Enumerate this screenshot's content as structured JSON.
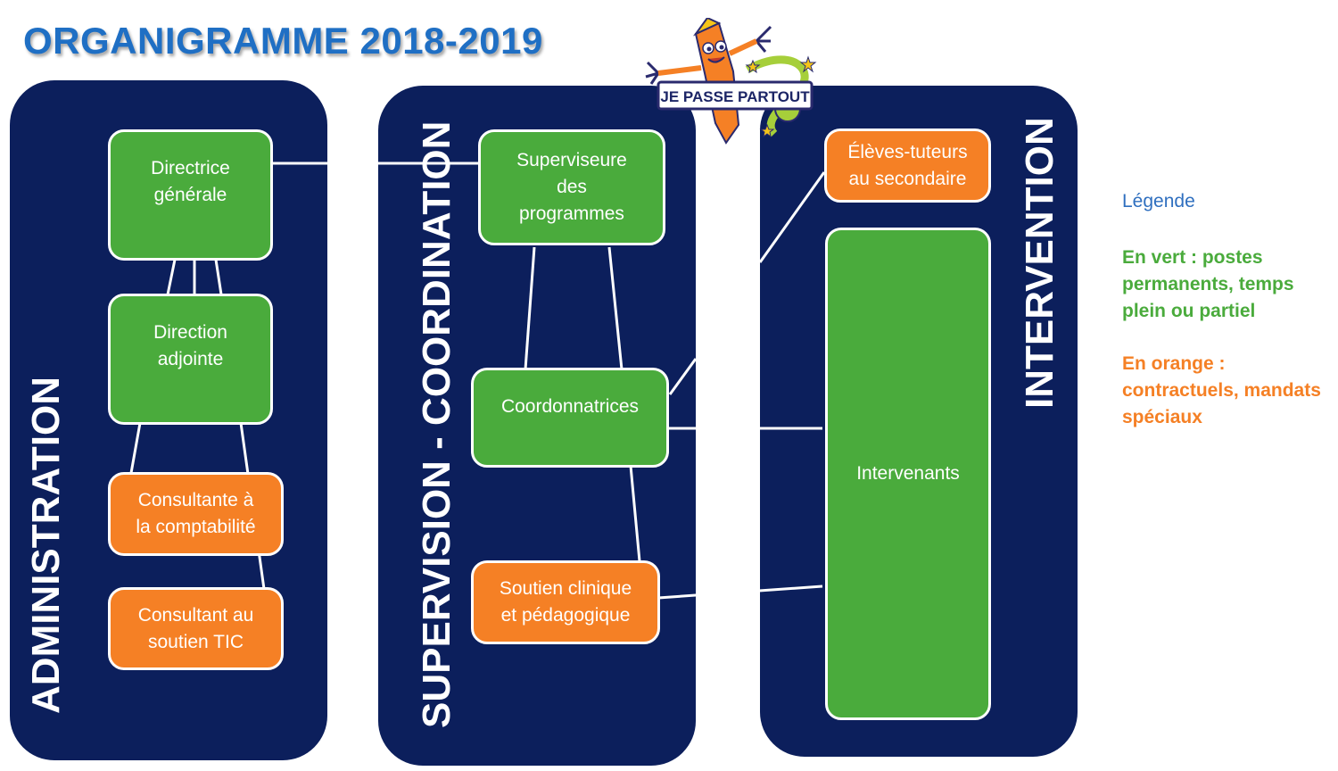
{
  "title": "ORGANIGRAMME 2018-2019",
  "logo_text": "JE PASSE PARTOUT",
  "columns": {
    "admin": {
      "label": "ADMINISTRATION"
    },
    "supervision": {
      "label": "SUPERVISION - COORDINATION"
    },
    "intervention": {
      "label": "INTERVENTION"
    }
  },
  "nodes": {
    "directrice": "Directrice\ngénérale",
    "direction_adjointe": "Direction\nadjointe",
    "consultante_compta": "Consultante à\nla comptabilité",
    "consultant_tic": "Consultant au\nsoutien TIC",
    "superviseure": "Superviseure\ndes\nprogrammes",
    "coordonnatrices": "Coordonnatrices",
    "soutien": "Soutien clinique\net pédagogique",
    "eleves_tuteurs": "Élèves-tuteurs\nau secondaire",
    "intervenants": "Intervenants"
  },
  "legend": {
    "title": "Légende",
    "green": "En vert : postes\npermanents, temps\nplein ou partiel",
    "orange": "En orange :\ncontractuels, mandats\nspéciaux"
  },
  "colors": {
    "panel": "#0c1f5c",
    "permanent": "#4aab3c",
    "contract": "#f58025",
    "title": "#1f6fc4"
  }
}
